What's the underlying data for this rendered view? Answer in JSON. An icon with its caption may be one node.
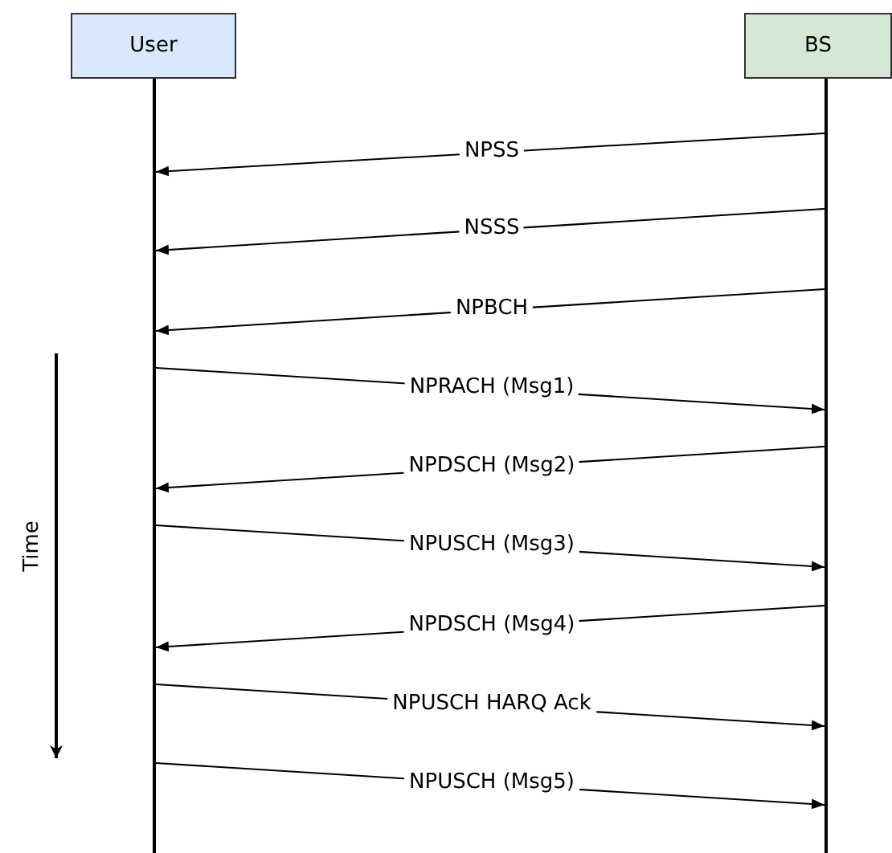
{
  "diagram": {
    "nodes": [
      {
        "text": [
          "User"
        ]
      },
      {
        "text": [
          "BS"
        ]
      },
      {
        "text": [],
        "shape": "bar"
      },
      {
        "text": [],
        "shape": "bar"
      }
    ],
    "edges": [
      {
        "from": 3,
        "to": 2,
        "arrow": "to",
        "label": "NPSS"
      },
      {
        "from": 3,
        "to": 2,
        "arrow": "to",
        "label": "NSSS"
      },
      {
        "from": 3,
        "to": 2,
        "arrow": "to",
        "label": "NPBCH"
      },
      {
        "from": 2,
        "to": 3,
        "arrow": "to",
        "label": "NPRACH (Msg1)"
      },
      {
        "from": 3,
        "to": 2,
        "arrow": "to",
        "label": "NPDSCH (Msg2)"
      },
      {
        "from": 2,
        "to": 3,
        "arrow": "to",
        "label": "NPUSCH (Msg3)"
      },
      {
        "from": 3,
        "to": 2,
        "arrow": "to",
        "label": "NPDSCH (Msg4)"
      },
      {
        "from": 2,
        "to": 3,
        "arrow": "to",
        "label": "NPUSCH HARQ Ack"
      },
      {
        "from": 2,
        "to": 3,
        "arrow": "to",
        "label": "NPUSCH (Msg5)"
      }
    ],
    "labels": [
      "Time"
    ]
  }
}
